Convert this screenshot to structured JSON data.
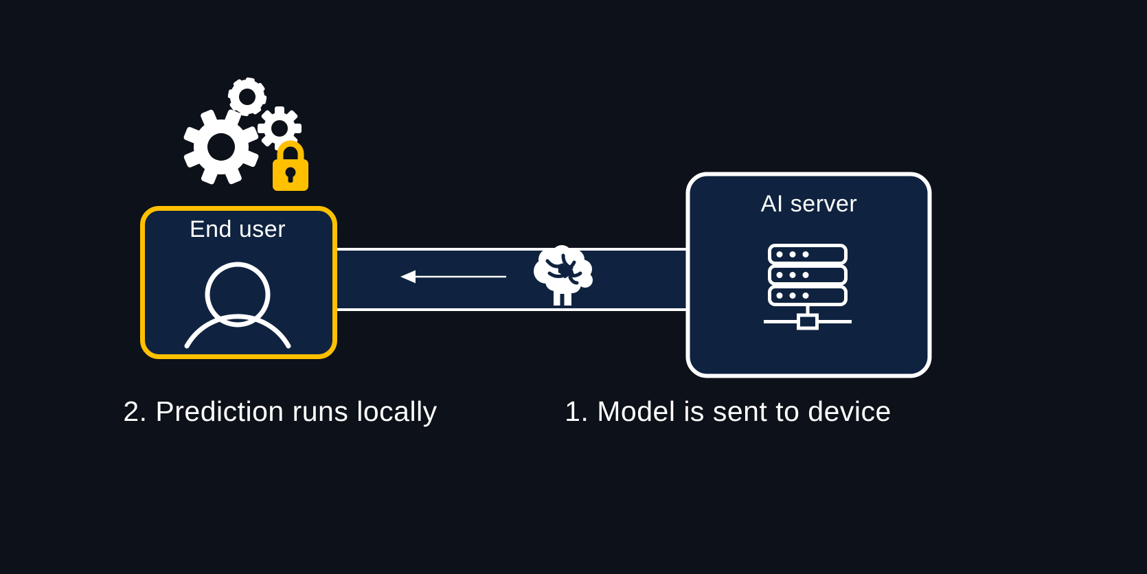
{
  "diagram": {
    "end_user_box": {
      "label": "End user"
    },
    "ai_server_box": {
      "label": "AI server"
    },
    "captions": {
      "left": "2. Prediction runs locally",
      "right": "1. Model is sent to device"
    },
    "icons": {
      "gears": "gears-icon",
      "lock": "lock-icon",
      "user": "user-icon",
      "brain": "brain-icon",
      "server": "server-rack-icon",
      "arrow": "arrow-left-icon"
    },
    "colors": {
      "background": "#0d1119",
      "panel": "#0f2340",
      "accent_yellow": "#ffc000",
      "line_white": "#ffffff"
    }
  }
}
